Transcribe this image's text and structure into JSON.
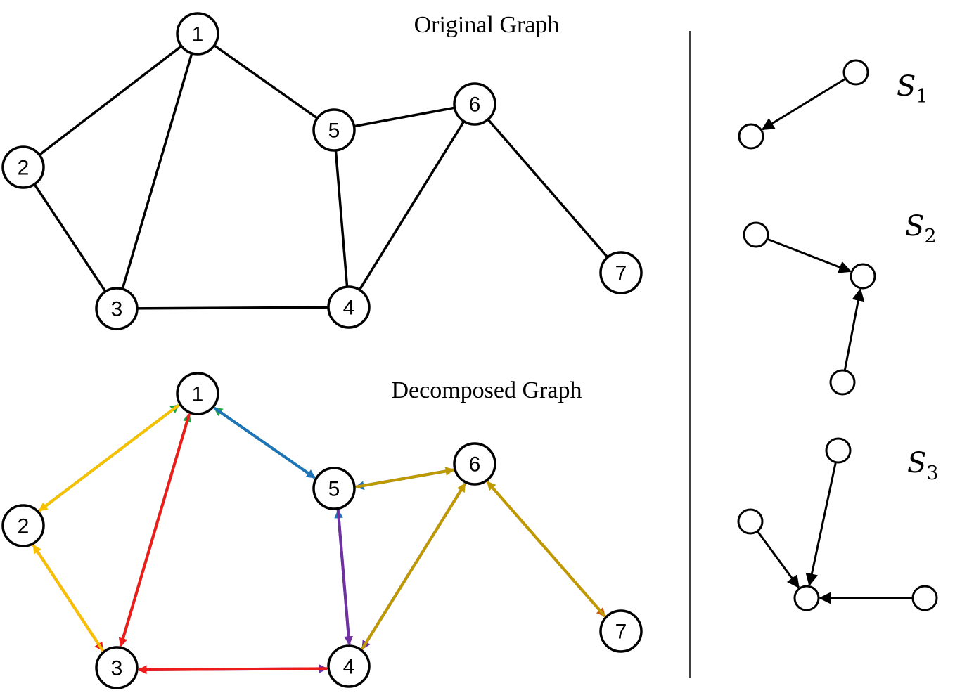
{
  "original": {
    "title": "Original Graph",
    "nodes": [
      "1",
      "2",
      "3",
      "4",
      "5",
      "6",
      "7"
    ],
    "edges": [
      [
        "1",
        "2"
      ],
      [
        "1",
        "3"
      ],
      [
        "1",
        "5"
      ],
      [
        "2",
        "3"
      ],
      [
        "3",
        "4"
      ],
      [
        "4",
        "5"
      ],
      [
        "4",
        "6"
      ],
      [
        "5",
        "6"
      ],
      [
        "6",
        "7"
      ]
    ]
  },
  "decomposed": {
    "title": "Decomposed Graph",
    "nodes": [
      "1",
      "2",
      "3",
      "4",
      "5",
      "6",
      "7"
    ],
    "colors": {
      "green": "#1fa64a",
      "yellow": "#f7c000",
      "red": "#ee1b1b",
      "blue": "#1f73b7",
      "gold": "#bf9900",
      "purple": "#7030a0",
      "orange": "#c55a11"
    },
    "arcs": [
      {
        "from": "2",
        "to": "1",
        "color": "green"
      },
      {
        "from": "1",
        "to": "2",
        "color": "yellow"
      },
      {
        "from": "3",
        "to": "1",
        "color": "green"
      },
      {
        "from": "1",
        "to": "3",
        "color": "red"
      },
      {
        "from": "5",
        "to": "1",
        "color": "green"
      },
      {
        "from": "1",
        "to": "5",
        "color": "blue"
      },
      {
        "from": "2",
        "to": "3",
        "color": "red"
      },
      {
        "from": "3",
        "to": "2",
        "color": "yellow"
      },
      {
        "from": "3",
        "to": "4",
        "color": "purple"
      },
      {
        "from": "4",
        "to": "3",
        "color": "red"
      },
      {
        "from": "4",
        "to": "5",
        "color": "blue"
      },
      {
        "from": "5",
        "to": "4",
        "color": "purple"
      },
      {
        "from": "6",
        "to": "5",
        "color": "blue"
      },
      {
        "from": "5",
        "to": "6",
        "color": "gold"
      },
      {
        "from": "6",
        "to": "4",
        "color": "purple"
      },
      {
        "from": "4",
        "to": "6",
        "color": "gold"
      },
      {
        "from": "6",
        "to": "7",
        "color": "orange"
      },
      {
        "from": "7",
        "to": "6",
        "color": "gold"
      }
    ]
  },
  "subgraphs": [
    {
      "label": "S",
      "sub": "1",
      "edges": [
        [
          "a",
          "b"
        ]
      ]
    },
    {
      "label": "S",
      "sub": "2",
      "edges": [
        [
          "a",
          "b"
        ],
        [
          "c",
          "b"
        ]
      ]
    },
    {
      "label": "S",
      "sub": "3",
      "edges": [
        [
          "a",
          "d"
        ],
        [
          "b",
          "d"
        ],
        [
          "c",
          "d"
        ]
      ]
    }
  ]
}
